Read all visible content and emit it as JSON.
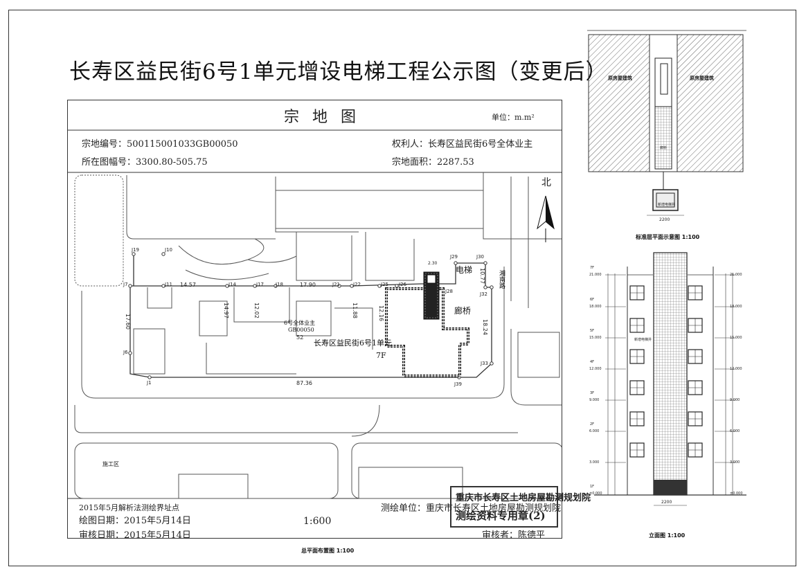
{
  "title": "长寿区益民街6号1单元增设电梯工程公示图（变更后）",
  "map": {
    "heading": "宗 地 图",
    "unit": "单位：m.m²",
    "parcel_no": "宗地编号：500115001033GB00050",
    "sheet_no": "所在图幅号：3300.80-505.75",
    "owner": "权利人：长寿区益民街6号全体业主",
    "area": "宗地面积：2287.53",
    "north": "北",
    "elevator_label": "电梯",
    "corridor_label": "廊桥",
    "building_label": "长寿区益民街6号1单元",
    "floors": "7F",
    "parcel_owner": "6号全体业主",
    "parcel_code": "GB00050",
    "parcel_num": "52",
    "street_label": "湘南路",
    "yard_label": "施工区",
    "points": [
      "J19",
      "J10",
      "J11",
      "J14",
      "J17",
      "J18",
      "J21",
      "J22",
      "J25",
      "J26",
      "J28",
      "J29",
      "J30",
      "J32",
      "J33",
      "J39",
      "J1",
      "J6",
      "J7"
    ],
    "dims": [
      "14.57",
      "17.90",
      "14.97",
      "12.02",
      "11.88",
      "12.16",
      "10.77",
      "18.24",
      "17.60",
      "87.36",
      "2.30"
    ],
    "survey_method": "2015年5月解析法测绘界址点",
    "draw_date": "绘图日期：2015年5月14日",
    "check_date": "审核日期：2015年5月14日",
    "scale": "1:600",
    "surveyor": "测绘单位：重庆市长寿区土地房屋勘测规划院",
    "reviewer": "审核者：陈德平",
    "stamp_line1": "重庆市长寿区土地房屋勘测规划院",
    "stamp_line2": "测绘资料专用章(2)"
  },
  "captions": {
    "site_plan": "总平面布置图 1:100",
    "floor_plan": "标准层平面示意图 1:100",
    "elevation": "立面图 1:100"
  },
  "floor_plan": {
    "left_label": "原房屋建筑",
    "right_label": "原房屋建筑",
    "shaft_label": "新增电梯井",
    "corridor_label": "廊桥",
    "width": "2200"
  },
  "elevation": {
    "levels": [
      "21.000",
      "18.000",
      "15.000",
      "12.000",
      "9.000",
      "6.000",
      "3.000",
      "±0.000"
    ],
    "floors": [
      "7F",
      "6F",
      "5F",
      "4F",
      "3F",
      "2F",
      "1F"
    ],
    "shaft_label": "新增电梯井",
    "width": "2200"
  }
}
